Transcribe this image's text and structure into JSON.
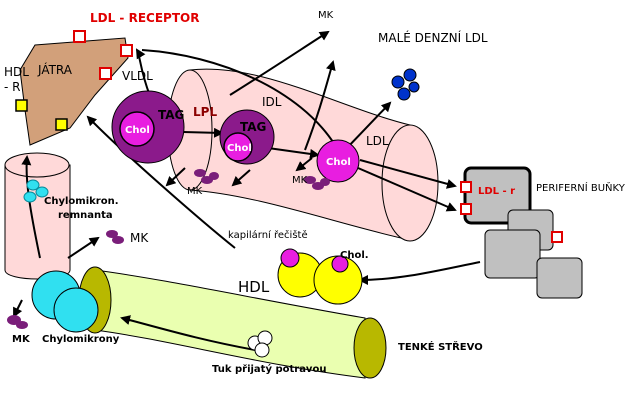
{
  "labels": {
    "ldl_receptor": "LDL - RECEPTOR",
    "hdl_r": "HDL",
    "hdl_r2": "- R",
    "jatra": "JÁTRA",
    "vldl": "VLDL",
    "mk_top": "MK",
    "male_denzni_ldl": "MALÉ DENZNÍ LDL",
    "idl": "IDL",
    "lpl": "LPL",
    "tag1": "TAG",
    "chol1": "Chol",
    "tag2": "TAG",
    "chol2": "Chol",
    "ldl": "LDL",
    "chol3": "Chol",
    "mk_mid1": "MK",
    "mk_mid2": "MK",
    "periferni_bunky": "PERIFERNÍ BUŇKY",
    "ldl_r": "LDL - r",
    "chylomikron_remnanta_1": "Chylomikron.",
    "chylomikron_remnanta_2": "remnanta",
    "mk_left": "MK",
    "kapilarni_reciste": "kapilární řečiště",
    "chol_hdl": "Chol.",
    "hdl": "HDL",
    "mk_bottom": "MK",
    "chylomikrony": "Chylomikrony",
    "tenke_strevo": "TENKÉ STŘEVO",
    "tuk": "Tuk přijatý potravou"
  },
  "colors": {
    "liver": "#d2a07a",
    "capillary": "#ffd9d9",
    "vldl": "#8b1a8b",
    "idl": "#8b1a8b",
    "ldl": "#e81ee0",
    "chylomicron": "#30e0f0",
    "intestine": "#eaffb0",
    "intestine_end": "#b8b800",
    "hdl": "#ffff00",
    "hdl_core": "#e81ee0",
    "cells": "#c0c0c0",
    "small_ldl": "#0033cc",
    "receptor": "#e00000",
    "hdl_receptor": "#ffff00",
    "mk": "#7a1e7a"
  }
}
